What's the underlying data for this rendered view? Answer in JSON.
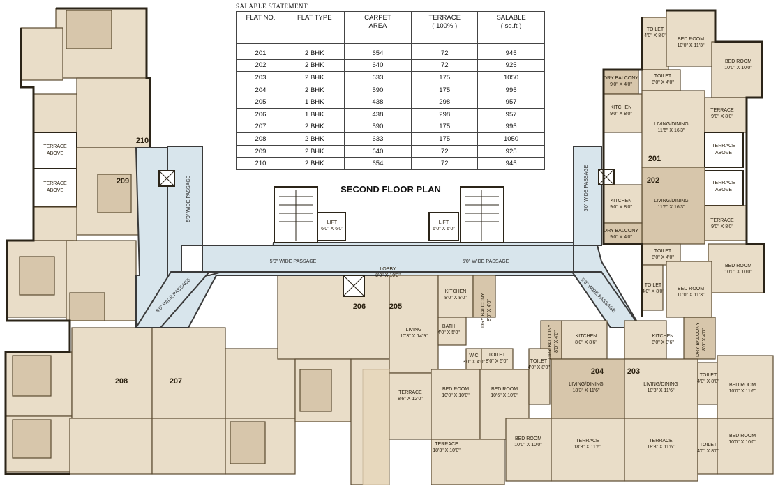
{
  "salable": {
    "caption": "SALABLE STATEMENT",
    "headers": [
      {
        "l1": "FLAT NO.",
        "l2": ""
      },
      {
        "l1": "FLAT  TYPE",
        "l2": ""
      },
      {
        "l1": "CARPET",
        "l2": "AREA"
      },
      {
        "l1": "TERRACE",
        "l2": "( 100% )"
      },
      {
        "l1": "SALABLE",
        "l2": "( sq.ft )"
      }
    ],
    "rows": [
      [
        "201",
        "2 BHK",
        "654",
        "72",
        "945"
      ],
      [
        "202",
        "2 BHK",
        "640",
        "72",
        "925"
      ],
      [
        "203",
        "2 BHK",
        "633",
        "175",
        "1050"
      ],
      [
        "204",
        "2 BHK",
        "590",
        "175",
        "995"
      ],
      [
        "205",
        "1 BHK",
        "438",
        "298",
        "957"
      ],
      [
        "206",
        "1 BHK",
        "438",
        "298",
        "957"
      ],
      [
        "207",
        "2 BHK",
        "590",
        "175",
        "995"
      ],
      [
        "208",
        "2 BHK",
        "633",
        "175",
        "1050"
      ],
      [
        "209",
        "2 BHK",
        "640",
        "72",
        "925"
      ],
      [
        "210",
        "2 BHK",
        "654",
        "72",
        "945"
      ]
    ]
  },
  "plan": {
    "title": "SECOND FLOOR PLAN",
    "flat_numbers": {
      "f201": "201",
      "f202": "202",
      "f203": "203",
      "f204": "204",
      "f205": "205",
      "f206": "206",
      "f207": "207",
      "f208": "208",
      "f209": "209",
      "f210": "210"
    },
    "passages": {
      "left_vertical": "5'0\" WIDE PASSAGE",
      "left_diagonal": "5'0\" WIDE PASSAGE",
      "left_horizontal": "5'0\" WIDE PASSAGE",
      "right_horizontal": "5'0\" WIDE PASSAGE",
      "right_diagonal": "5'0\" WIDE PASSAGE",
      "right_vertical": "5'0\" WIDE PASSAGE"
    },
    "lobby": {
      "name": "LOBBY",
      "size": "8'0\" X 10'3\""
    },
    "lifts": [
      {
        "name": "LIFT",
        "size": "6'0\" X 6'0\""
      },
      {
        "name": "LIFT",
        "size": "6'0\" X 6'0\""
      }
    ],
    "left_terraces": [
      {
        "l1": "TERRACE",
        "l2": "ABOVE"
      },
      {
        "l1": "TERRACE",
        "l2": "ABOVE"
      }
    ],
    "right_terraces": [
      {
        "l1": "TERRACE",
        "l2": "ABOVE"
      },
      {
        "l1": "TERRACE",
        "l2": "ABOVE"
      }
    ],
    "rooms": {
      "r201_toilet": {
        "name": "TOILET",
        "size": "4'0\" X 8'0\""
      },
      "r201_bed1": {
        "name": "BED ROOM",
        "size": "10'0\" X 11'3\""
      },
      "r201_bed2": {
        "name": "BED ROOM",
        "size": "10'0\" X 10'0\""
      },
      "r201_drybal": {
        "name": "DRY BALCONY",
        "size": "9'0\" X 4'0\""
      },
      "r201_toilet2": {
        "name": "TOILET",
        "size": "8'0\" X 4'0\""
      },
      "r201_kitchen": {
        "name": "KITCHEN",
        "size": "9'0\" X 8'0\""
      },
      "r201_living": {
        "name": "LIVING/DINING",
        "size": "11'6\" X 16'3\""
      },
      "r201_terrace": {
        "name": "TERRACE",
        "size": "9'0\" X 8'0\""
      },
      "r202_kitchen": {
        "name": "KITCHEN",
        "size": "9'0\" X 8'0\""
      },
      "r202_living": {
        "name": "LIVING/DINING",
        "size": "11'6\" X 16'3\""
      },
      "r202_terrace": {
        "name": "TERRACE",
        "size": "9'0\" X 8'0\""
      },
      "r202_drybal": {
        "name": "DRY BALCONY",
        "size": "9'0\" X 4'0\""
      },
      "r202_toilet": {
        "name": "TOILET",
        "size": "8'0\" X 4'0\""
      },
      "r202_bed1": {
        "name": "BED ROOM",
        "size": "10'0\" X 10'0\""
      },
      "r202_toilet2": {
        "name": "TOILET",
        "size": "4'0\" X 8'0\""
      },
      "r202_bed2": {
        "name": "BED ROOM",
        "size": "10'0\" X 11'3\""
      },
      "r203_kitchen": {
        "name": "KITCHEN",
        "size": "8'0\" X 8'6\""
      },
      "r203_drybal": {
        "name": "DRY BALCONY",
        "size": "8'0\" X 4'0\""
      },
      "r203_living": {
        "name": "LIVING/DINING",
        "size": "18'3\" X 11'6\""
      },
      "r203_toilet1": {
        "name": "TOILET",
        "size": "4'0\" X 8'0\""
      },
      "r203_bed1": {
        "name": "BED ROOM",
        "size": "10'0\" X 11'6\""
      },
      "r203_terrace": {
        "name": "TERRACE",
        "size": "18'3\" X 11'6\""
      },
      "r203_toilet2": {
        "name": "TOILET",
        "size": "4'0\" X 8'0\""
      },
      "r203_bed2": {
        "name": "BED ROOM",
        "size": "10'0\" X 10'0\""
      },
      "r204_drybal": {
        "name": "DRY BALCONY",
        "size": "8'0\" X 4'0\""
      },
      "r204_kitchen": {
        "name": "KITCHEN",
        "size": "8'0\" X 8'6\""
      },
      "r204_toilet": {
        "name": "TOILET",
        "size": "4'0\" X 8'0\""
      },
      "r204_living": {
        "name": "LIVING/DINING",
        "size": "18'3\" X 11'6\""
      },
      "r204_bed": {
        "name": "BED ROOM",
        "size": "10'0\" X 10'0\""
      },
      "r204_terrace": {
        "name": "TERRACE",
        "size": "18'3\" X 11'6\""
      },
      "r205_kitchen": {
        "name": "KITCHEN",
        "size": "8'0\" X 8'0\""
      },
      "r205_drybal": {
        "name": "DRY BALCONY",
        "size": "8'0\" X 4'0\""
      },
      "r205_living": {
        "name": "LIVING",
        "size": "10'3\" X 14'9\""
      },
      "r205_bath": {
        "name": "BATH",
        "size": "4'0\" X 5'0\""
      },
      "r205_wc": {
        "name": "W.C",
        "size": "3'0\" X 4'0\""
      },
      "r205_toilet": {
        "name": "TOILET",
        "size": "8'0\" X 5'0\""
      },
      "r205_terrace1": {
        "name": "TERRACE",
        "size": "8'6\" X 12'0\""
      },
      "r205_bed1": {
        "name": "BED ROOM",
        "size": "10'0\" X 10'0\""
      },
      "r205_bed2": {
        "name": "BED ROOM",
        "size": "10'6\" X 10'0\""
      },
      "r205_terrace2": {
        "name": "TERRACE",
        "size": "18'3\" X 10'0\""
      }
    }
  },
  "colors": {
    "room": "#e9ddc8",
    "room_dark": "#d7c6ab",
    "passage": "#d8e5ec",
    "wall": "#2b2418"
  }
}
